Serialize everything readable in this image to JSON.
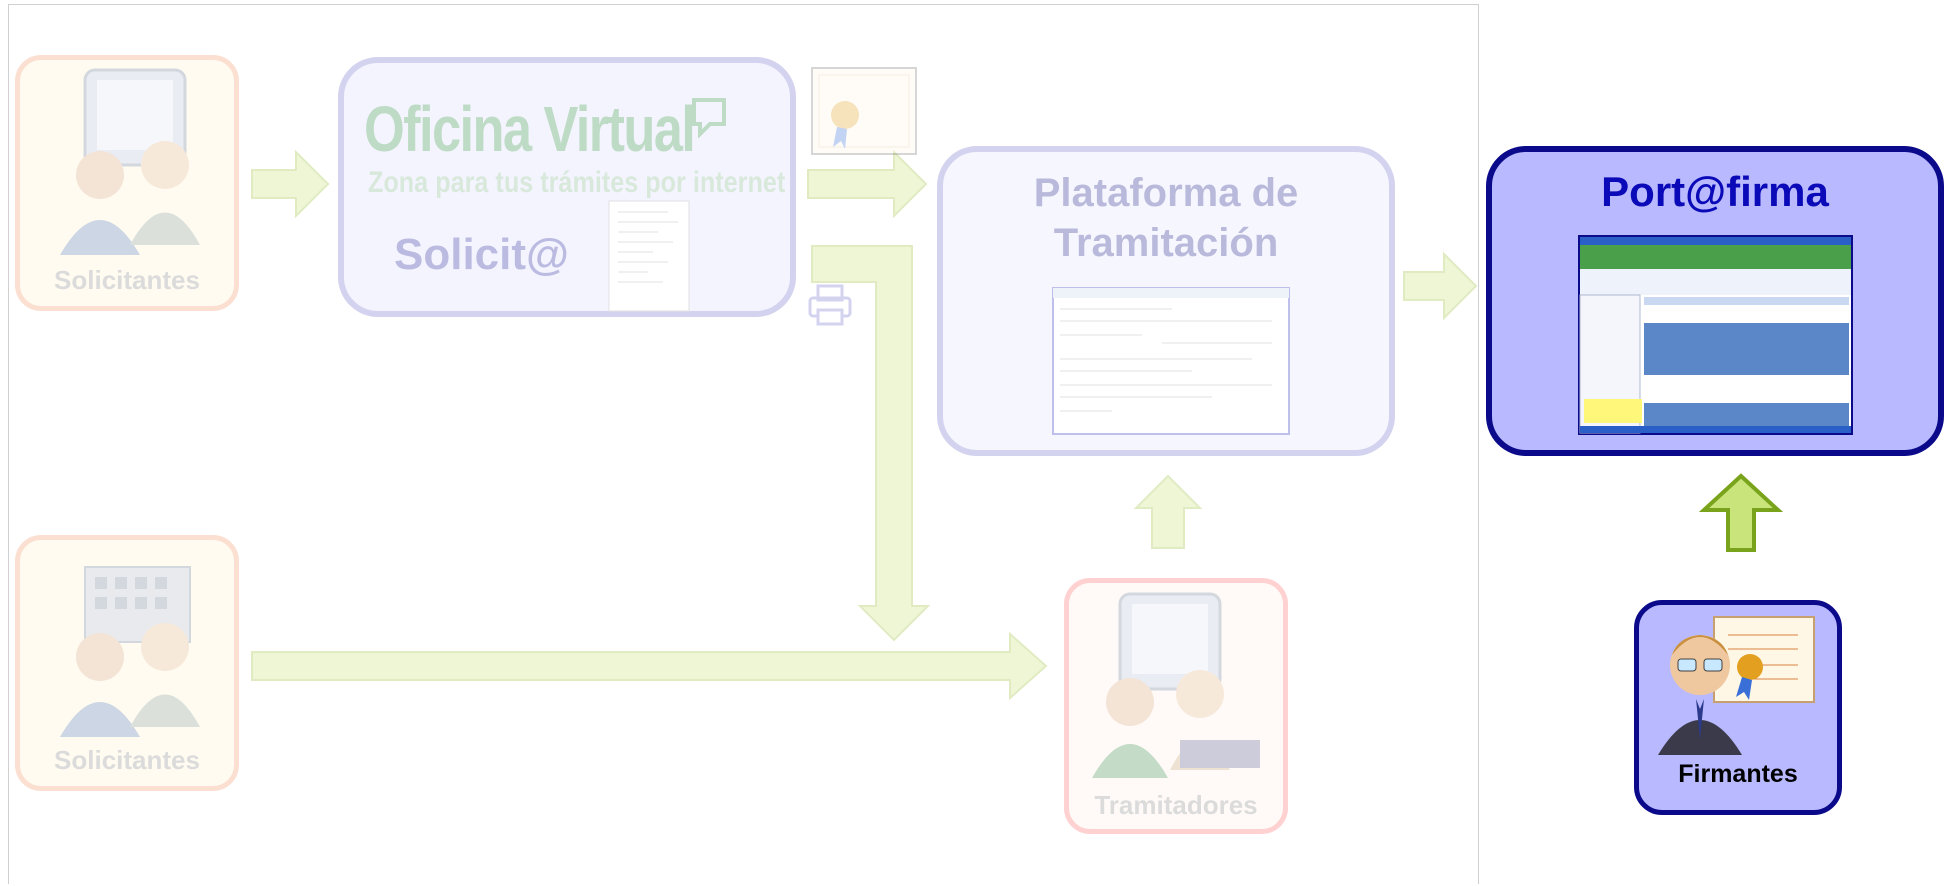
{
  "nodes": {
    "solicitantes_top": {
      "label": "Solicitantes"
    },
    "oficina_virtual": {
      "title": "Oficina Virtual",
      "subtitle": "Zona para tus trámites por internet",
      "solicita": "Solicit@"
    },
    "plataforma": {
      "title_line1": "Plataforma de",
      "title_line2": "Tramitación"
    },
    "portafirma": {
      "title": "Port@firma"
    },
    "solicitantes_bottom": {
      "label": "Solicitantes"
    },
    "tramitadores": {
      "label": "Tramitadores"
    },
    "firmantes": {
      "label": "Firmantes"
    }
  },
  "colors": {
    "arrow_fill": "#c8e47a",
    "arrow_stroke": "#9cbf3a",
    "active_box": "#b9b9ff",
    "active_border": "#0a0a8a",
    "portafirma_title": "#0a0ab8"
  }
}
